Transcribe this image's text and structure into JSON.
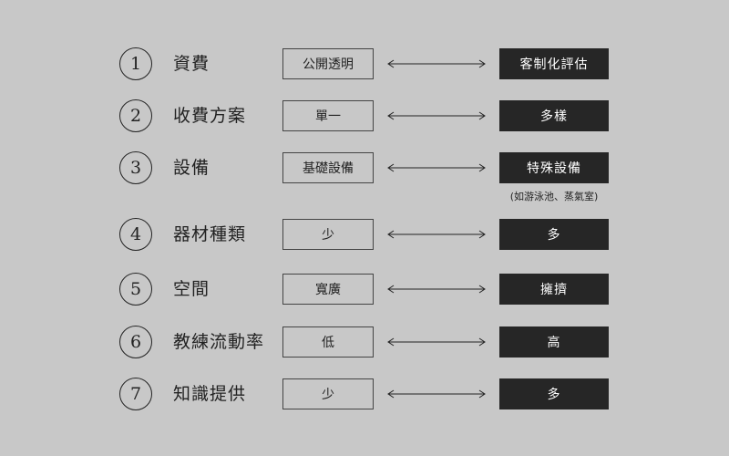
{
  "rows": [
    {
      "num": "1",
      "label": "資費",
      "left": "公開透明",
      "right": "客制化評估",
      "note": ""
    },
    {
      "num": "2",
      "label": "收費方案",
      "left": "單一",
      "right": "多樣",
      "note": ""
    },
    {
      "num": "3",
      "label": "設備",
      "left": "基礎設備",
      "right": "特殊設備",
      "note": "(如游泳池、蒸氣室)"
    },
    {
      "num": "4",
      "label": "器材種類",
      "left": "少",
      "right": "多",
      "note": ""
    },
    {
      "num": "5",
      "label": "空間",
      "left": "寬廣",
      "right": "擁擠",
      "note": ""
    },
    {
      "num": "6",
      "label": "教練流動率",
      "left": "低",
      "right": "高",
      "note": ""
    },
    {
      "num": "7",
      "label": "知識提供",
      "left": "少",
      "right": "多",
      "note": ""
    }
  ]
}
